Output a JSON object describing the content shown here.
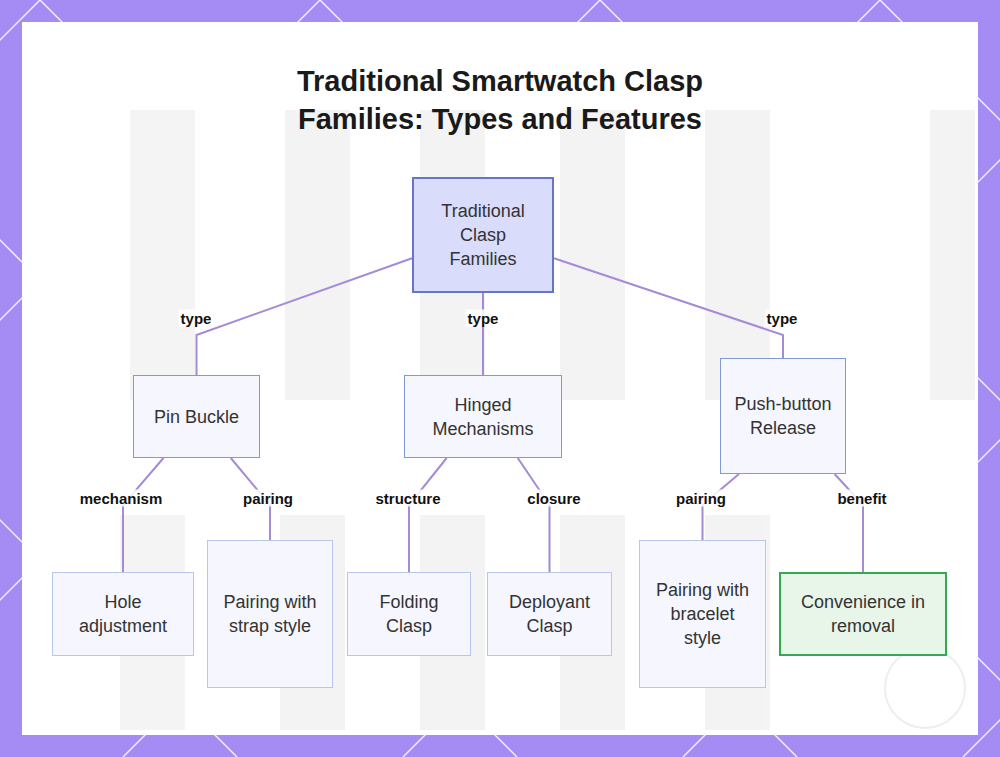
{
  "diagram": {
    "title": "Traditional Smartwatch Clasp Families: Types and Features",
    "nodes": [
      {
        "text": [
          "Traditional Clasp Families"
        ]
      },
      {
        "text": [
          "Pin Buckle"
        ]
      },
      {
        "text": [
          "Hinged Mechanisms"
        ]
      },
      {
        "text": [
          "Push-button Release"
        ]
      },
      {
        "text": [
          "Hole adjustment"
        ]
      },
      {
        "text": [
          "Pairing with strap style"
        ]
      },
      {
        "text": [
          "Folding Clasp"
        ]
      },
      {
        "text": [
          "Deployant Clasp"
        ]
      },
      {
        "text": [
          "Pairing with bracelet style"
        ]
      },
      {
        "text": [
          "Convenience in removal"
        ]
      }
    ],
    "edges": [
      {
        "from": 0,
        "to": 1,
        "label": "type",
        "arrow": "none"
      },
      {
        "from": 0,
        "to": 2,
        "label": "type",
        "arrow": "none"
      },
      {
        "from": 0,
        "to": 3,
        "label": "type",
        "arrow": "none"
      },
      {
        "from": 1,
        "to": 4,
        "label": "mechanism",
        "arrow": "none"
      },
      {
        "from": 1,
        "to": 5,
        "label": "pairing",
        "arrow": "none"
      },
      {
        "from": 2,
        "to": 6,
        "label": "structure",
        "arrow": "none"
      },
      {
        "from": 2,
        "to": 7,
        "label": "closure",
        "arrow": "none"
      },
      {
        "from": 3,
        "to": 8,
        "label": "pairing",
        "arrow": "none"
      },
      {
        "from": 3,
        "to": 9,
        "label": "benefit",
        "arrow": "none"
      }
    ]
  }
}
